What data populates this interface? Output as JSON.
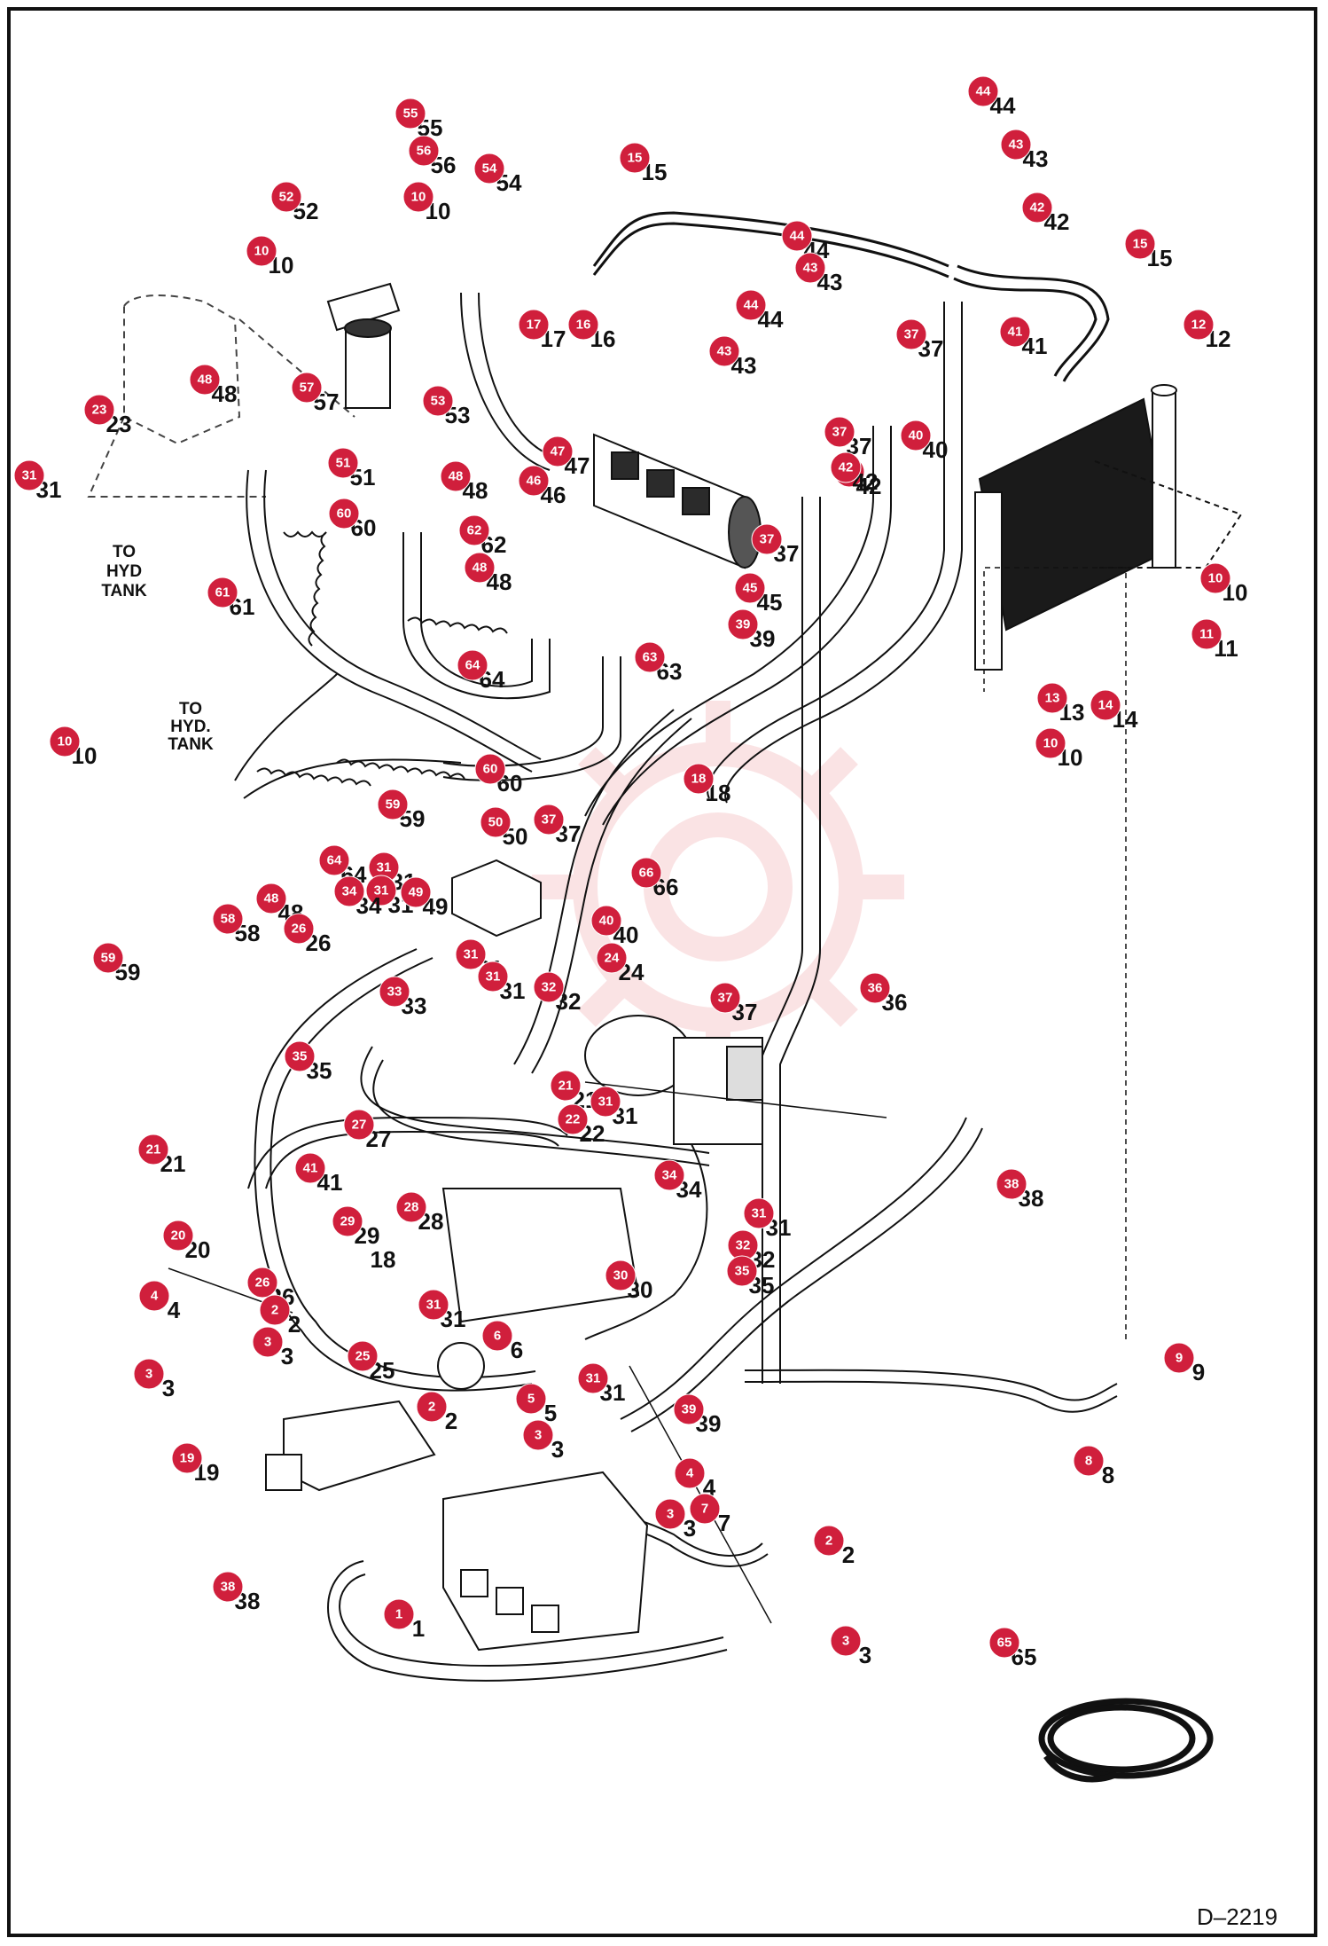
{
  "diagram": {
    "reference": "D–2219",
    "labels": {
      "to_hyd_tank_upper": [
        "TO",
        "HYD",
        "TANK"
      ],
      "to_hyd_tank_left": [
        "TO",
        "HYD.",
        "TANK"
      ]
    },
    "extra_text": [
      "18"
    ],
    "callouts": [
      {
        "n": "55"
      },
      {
        "n": "56"
      },
      {
        "n": "54"
      },
      {
        "n": "52"
      },
      {
        "n": "10"
      },
      {
        "n": "10"
      },
      {
        "n": "57"
      },
      {
        "n": "53"
      },
      {
        "n": "48"
      },
      {
        "n": "23"
      },
      {
        "n": "31"
      },
      {
        "n": "51"
      },
      {
        "n": "60"
      },
      {
        "n": "61"
      },
      {
        "n": "48"
      },
      {
        "n": "17"
      },
      {
        "n": "16"
      },
      {
        "n": "15"
      },
      {
        "n": "44"
      },
      {
        "n": "43"
      },
      {
        "n": "42"
      },
      {
        "n": "44"
      },
      {
        "n": "43"
      },
      {
        "n": "37"
      },
      {
        "n": "41"
      },
      {
        "n": "15"
      },
      {
        "n": "12"
      },
      {
        "n": "44"
      },
      {
        "n": "43"
      },
      {
        "n": "42"
      },
      {
        "n": "37"
      },
      {
        "n": "40"
      },
      {
        "n": "42"
      },
      {
        "n": "47"
      },
      {
        "n": "46"
      },
      {
        "n": "62"
      },
      {
        "n": "48"
      },
      {
        "n": "37"
      },
      {
        "n": "45"
      },
      {
        "n": "39"
      },
      {
        "n": "10"
      },
      {
        "n": "11"
      },
      {
        "n": "13"
      },
      {
        "n": "14"
      },
      {
        "n": "10"
      },
      {
        "n": "64"
      },
      {
        "n": "63"
      },
      {
        "n": "18"
      },
      {
        "n": "10"
      },
      {
        "n": "60"
      },
      {
        "n": "59"
      },
      {
        "n": "50"
      },
      {
        "n": "37"
      },
      {
        "n": "31"
      },
      {
        "n": "64"
      },
      {
        "n": "31"
      },
      {
        "n": "34"
      },
      {
        "n": "49"
      },
      {
        "n": "66"
      },
      {
        "n": "48"
      },
      {
        "n": "58"
      },
      {
        "n": "26"
      },
      {
        "n": "59"
      },
      {
        "n": "40"
      },
      {
        "n": "24"
      },
      {
        "n": "31"
      },
      {
        "n": "31"
      },
      {
        "n": "33"
      },
      {
        "n": "32"
      },
      {
        "n": "37"
      },
      {
        "n": "36"
      },
      {
        "n": "35"
      },
      {
        "n": "21"
      },
      {
        "n": "31"
      },
      {
        "n": "22"
      },
      {
        "n": "21"
      },
      {
        "n": "27"
      },
      {
        "n": "41"
      },
      {
        "n": "28"
      },
      {
        "n": "34"
      },
      {
        "n": "38"
      },
      {
        "n": "29"
      },
      {
        "n": "31"
      },
      {
        "n": "32"
      },
      {
        "n": "35"
      },
      {
        "n": "20"
      },
      {
        "n": "26"
      },
      {
        "n": "30"
      },
      {
        "n": "4"
      },
      {
        "n": "31"
      },
      {
        "n": "2"
      },
      {
        "n": "3"
      },
      {
        "n": "6"
      },
      {
        "n": "3"
      },
      {
        "n": "25"
      },
      {
        "n": "31"
      },
      {
        "n": "9"
      },
      {
        "n": "39"
      },
      {
        "n": "2"
      },
      {
        "n": "5"
      },
      {
        "n": "3"
      },
      {
        "n": "8"
      },
      {
        "n": "19"
      },
      {
        "n": "4"
      },
      {
        "n": "3"
      },
      {
        "n": "7"
      },
      {
        "n": "2"
      },
      {
        "n": "38"
      },
      {
        "n": "1"
      },
      {
        "n": "3"
      },
      {
        "n": "65"
      }
    ]
  }
}
